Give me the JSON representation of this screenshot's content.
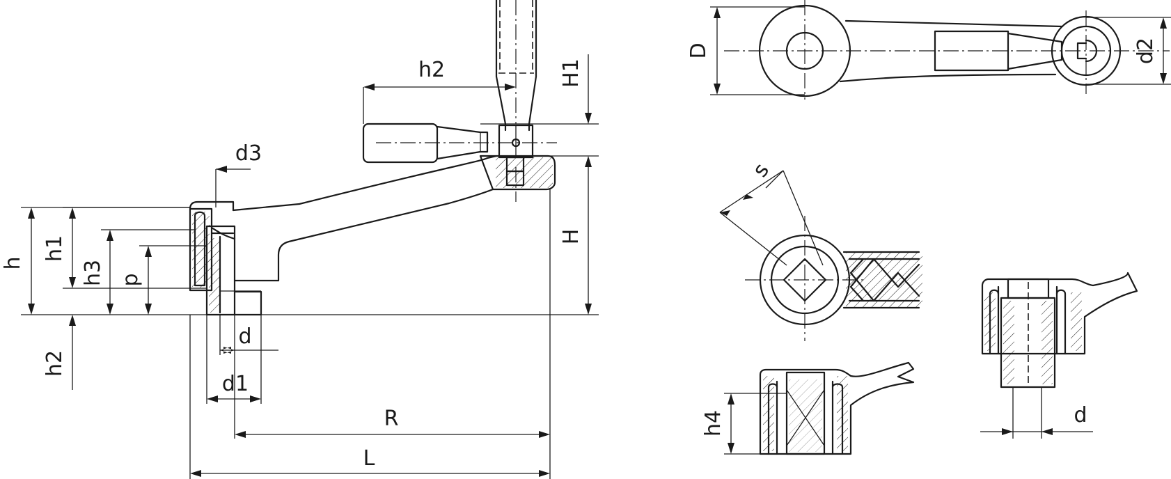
{
  "labels": {
    "h": "h",
    "h1": "h1",
    "h3": "h3",
    "p": "p",
    "h2_top": "h2",
    "h2_bottom": "h2",
    "H1": "H1",
    "H": "H",
    "d3": "d3",
    "d": "d",
    "d1": "d1",
    "R": "R",
    "L": "L",
    "D": "D",
    "d2": "d2",
    "s": "s",
    "h4": "h4",
    "d_right": "d"
  }
}
